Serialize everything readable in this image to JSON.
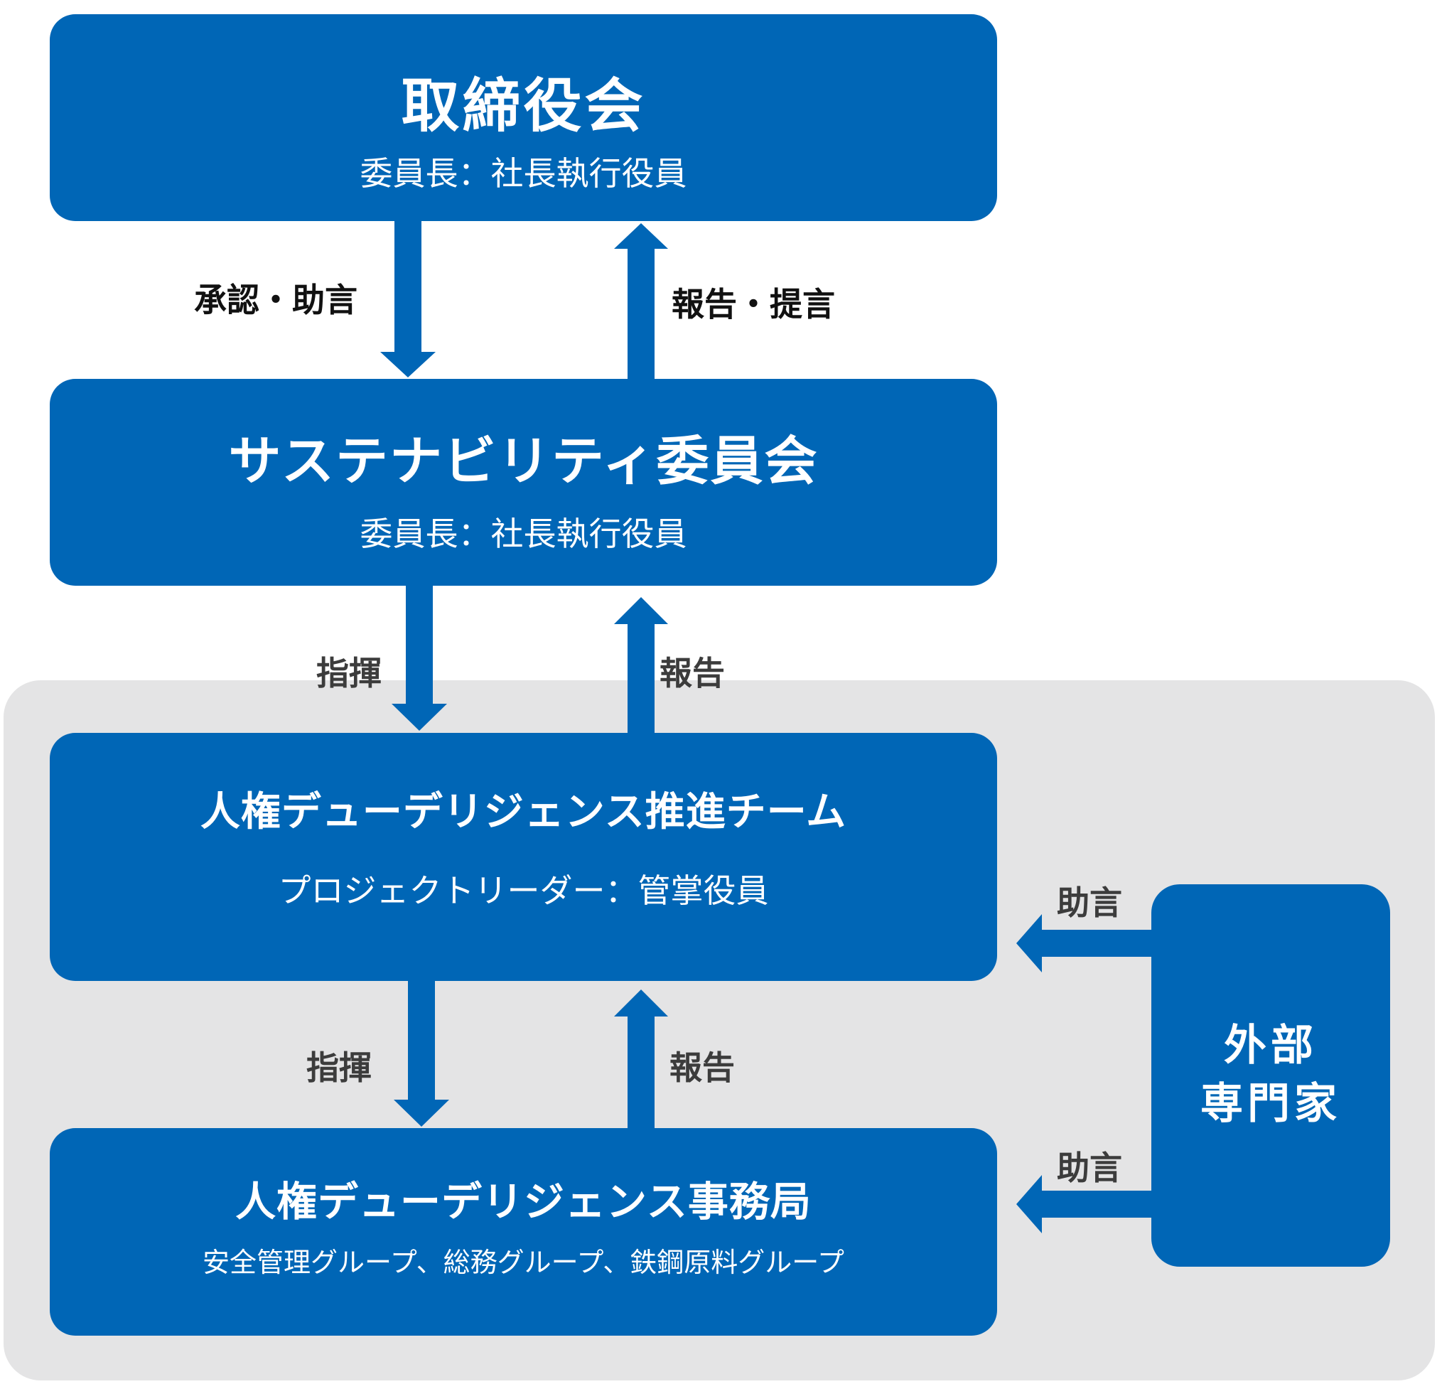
{
  "nodes": {
    "board": {
      "title": "取締役会",
      "subtitle": "委員長：社長執行役員"
    },
    "sustainability_committee": {
      "title": "サステナビリティ委員会",
      "subtitle": "委員長：社長執行役員"
    },
    "promotion_team": {
      "title": "人権デューデリジェンス推進チーム",
      "subtitle": "プロジェクトリーダー：管掌役員"
    },
    "secretariat": {
      "title": "人権デューデリジェンス事務局",
      "subtitle": "安全管理グループ、総務グループ、鉄鋼原料グループ"
    },
    "external_experts": {
      "title": "外部\n専門家"
    }
  },
  "edges": {
    "board_to_committee": "承認・助言",
    "committee_to_board": "報告・提言",
    "committee_to_team": "指揮",
    "team_to_committee": "報告",
    "team_to_secretariat": "指揮",
    "secretariat_to_team": "報告",
    "experts_to_team": "助言",
    "experts_to_secretariat": "助言"
  },
  "colors": {
    "box": "#0066b6",
    "panel": "#e4e4e5"
  }
}
